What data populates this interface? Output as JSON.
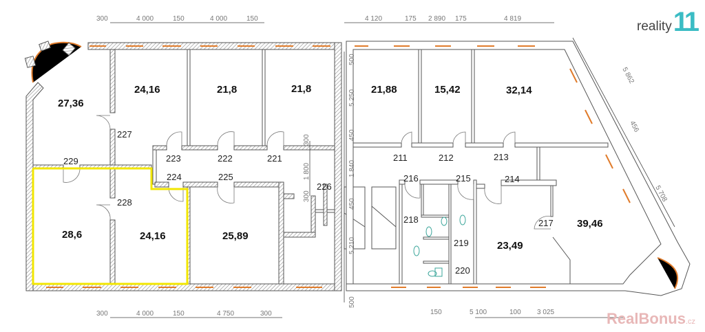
{
  "logos": {
    "reality": "reality",
    "reality_mark": "11",
    "realbonus": "RealBonus",
    "realbonus_tld": ".cz"
  },
  "rooms": {
    "r_a": "27,36",
    "r_b": "24,16",
    "r_c": "21,8",
    "r_d": "21,8",
    "r_e": "21,88",
    "r_f": "15,42",
    "r_g": "32,14",
    "r_h": "28,6",
    "r_i": "24,16",
    "r_j": "25,89",
    "r_k": "23,49",
    "r_l": "39,46"
  },
  "doors": [
    "227",
    "229",
    "223",
    "222",
    "221",
    "224",
    "225",
    "228",
    "226",
    "211",
    "212",
    "213",
    "216",
    "215",
    "214",
    "218",
    "217",
    "219",
    "220"
  ],
  "dimensions": {
    "top_left": [
      "300",
      "4 000",
      "150",
      "4 000",
      "150"
    ],
    "top_right": [
      "4 120",
      "175",
      "2 890",
      "175",
      "4 819"
    ],
    "bottom_left": [
      "300",
      "4 000",
      "150",
      "4 750",
      "300"
    ],
    "bottom_right": [
      "150",
      "5 100",
      "100",
      "3 025"
    ],
    "vertical_right": [
      "500",
      "5 250",
      "450",
      "1 840",
      "450",
      "5 210",
      "500"
    ],
    "vertical_mid": [
      "300",
      "1 800",
      "300"
    ],
    "diagonal": [
      "5 862",
      "456",
      "5 708"
    ]
  },
  "colors": {
    "selection": "#f2e600",
    "window": "#e07b2a",
    "fixtures": "#3aa59a"
  }
}
